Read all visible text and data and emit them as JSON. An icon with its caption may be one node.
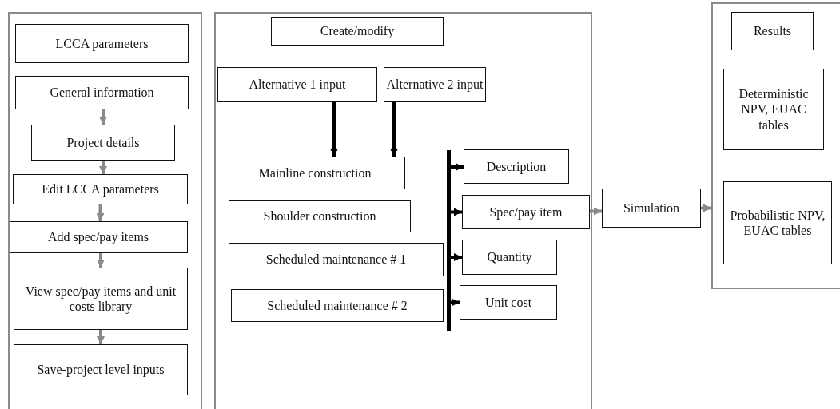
{
  "diagram": {
    "nodes": [
      {
        "text": [],
        "shape": "box"
      },
      {
        "text": [
          "LCCA parameters"
        ],
        "in": 0
      },
      {
        "text": [
          "General information"
        ],
        "in": 0
      },
      {
        "text": [
          "Project details"
        ],
        "in": 0
      },
      {
        "text": [
          "Edit LCCA parameters"
        ],
        "in": 0
      },
      {
        "text": [
          "Add spec/pay items"
        ],
        "in": 0
      },
      {
        "text": [
          "View spec/pay items and unit costs library"
        ],
        "in": 0
      },
      {
        "text": [
          "Save-project level inputs"
        ],
        "in": 0
      },
      {
        "text": [],
        "shape": "box"
      },
      {
        "text": [
          "Create/modify"
        ],
        "in": 8
      },
      {
        "text": [
          "Alternative 1 input"
        ],
        "in": 8
      },
      {
        "text": [
          "Alternative 2 input"
        ],
        "in": 8
      },
      {
        "text": [
          "Mainline construction"
        ],
        "in": 8
      },
      {
        "text": [
          "Shoulder construction"
        ],
        "in": 8
      },
      {
        "text": [
          "Scheduled maintenance # 1"
        ],
        "in": 8
      },
      {
        "text": [
          "Scheduled maintenance # 2"
        ],
        "in": 8
      },
      {
        "text": [],
        "shape": "bar",
        "in": 8
      },
      {
        "text": [
          "Description"
        ],
        "in": 8
      },
      {
        "text": [
          "Spec/pay item"
        ],
        "in": 8
      },
      {
        "text": [
          "Quantity"
        ],
        "in": 8
      },
      {
        "text": [
          "Unit cost"
        ],
        "in": 8
      },
      {
        "text": [
          "Simulation"
        ]
      },
      {
        "text": [],
        "shape": "box"
      },
      {
        "text": [
          "Results"
        ],
        "in": 22
      },
      {
        "text": [
          "Deterministic NPV, EUAC tables"
        ],
        "in": 22
      },
      {
        "text": [
          "Probabilistic NPV, EUAC tables"
        ],
        "in": 22
      }
    ],
    "edges": [
      {
        "from": 2,
        "to": 3,
        "arrow": "to"
      },
      {
        "from": 3,
        "to": 4,
        "arrow": "to"
      },
      {
        "from": 4,
        "to": 5,
        "arrow": "to"
      },
      {
        "from": 5,
        "to": 6,
        "arrow": "to"
      },
      {
        "from": 6,
        "to": 7,
        "arrow": "to"
      },
      {
        "from": 10,
        "to": 12,
        "arrow": "to",
        "color": "#000000"
      },
      {
        "from": 11,
        "to": 12,
        "arrow": "to",
        "color": "#000000"
      },
      {
        "from": 16,
        "to": 17,
        "arrow": "to",
        "color": "#000000"
      },
      {
        "from": 16,
        "to": 18,
        "arrow": "to",
        "color": "#000000"
      },
      {
        "from": 16,
        "to": 19,
        "arrow": "to",
        "color": "#000000"
      },
      {
        "from": 16,
        "to": 20,
        "arrow": "to",
        "color": "#000000"
      },
      {
        "from": 18,
        "to": 21,
        "arrow": "to"
      },
      {
        "from": 21,
        "to": 22,
        "arrow": "to"
      }
    ]
  }
}
